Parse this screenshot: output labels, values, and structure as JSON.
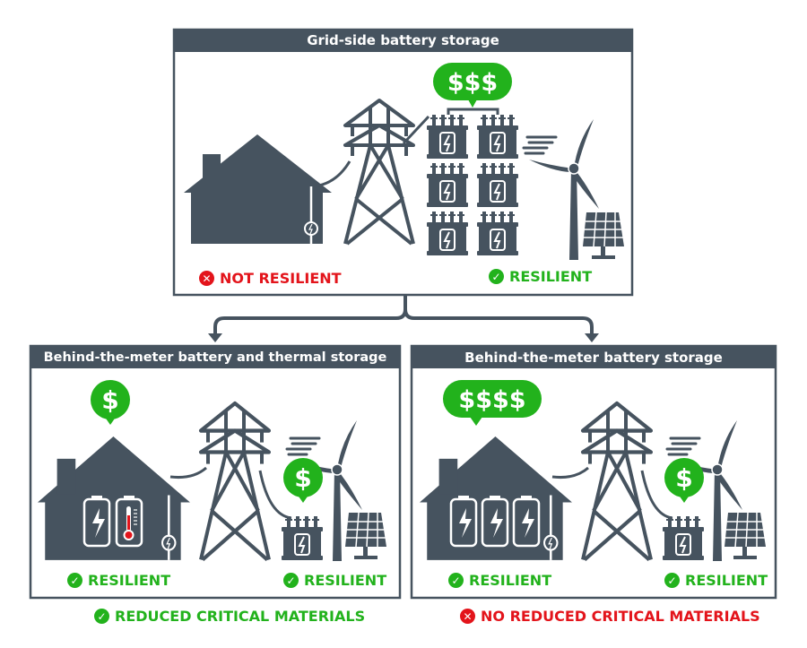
{
  "colors": {
    "dark": "#46535f",
    "green": "#22b21c",
    "red": "#e3141b"
  },
  "panels": {
    "grid_side": {
      "title": "Grid-side battery storage",
      "cost": "$$$",
      "home_status": "NOT RESILIENT",
      "grid_status": "RESILIENT"
    },
    "btm_thermal": {
      "title": "Behind-the-meter battery and thermal storage",
      "home_cost": "$",
      "grid_cost": "$",
      "home_status": "RESILIENT",
      "grid_status": "RESILIENT",
      "footer": "REDUCED CRITICAL MATERIALS"
    },
    "btm_battery": {
      "title": "Behind-the-meter battery storage",
      "home_cost": "$$$$",
      "grid_cost": "$",
      "home_status": "RESILIENT",
      "grid_status": "RESILIENT",
      "footer": "NO REDUCED CRITICAL MATERIALS"
    }
  },
  "icons": {
    "check": "check-circle-icon",
    "cross": "x-circle-icon"
  }
}
